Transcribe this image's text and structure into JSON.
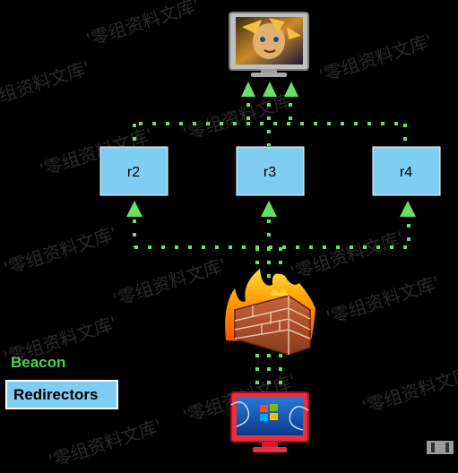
{
  "nodes": {
    "routers": [
      {
        "id": "r2",
        "label": "r2"
      },
      {
        "id": "r3",
        "label": "r3"
      },
      {
        "id": "r4",
        "label": "r4"
      }
    ],
    "top_node_icon": "monitor-with-anime-face-icon",
    "firewall_icon": "firewall-flames-icon",
    "bottom_node_icon": "windows-pc-icon"
  },
  "legend": {
    "beacon_label": "Beacon",
    "redirectors_label": "Redirectors"
  },
  "watermark": {
    "text": "'零组资料文库'"
  },
  "colors": {
    "background": "#000000",
    "beacon_green": "#66e066",
    "router_fill": "#7fcdf2",
    "legend_beacon_text": "#4dd04d"
  }
}
